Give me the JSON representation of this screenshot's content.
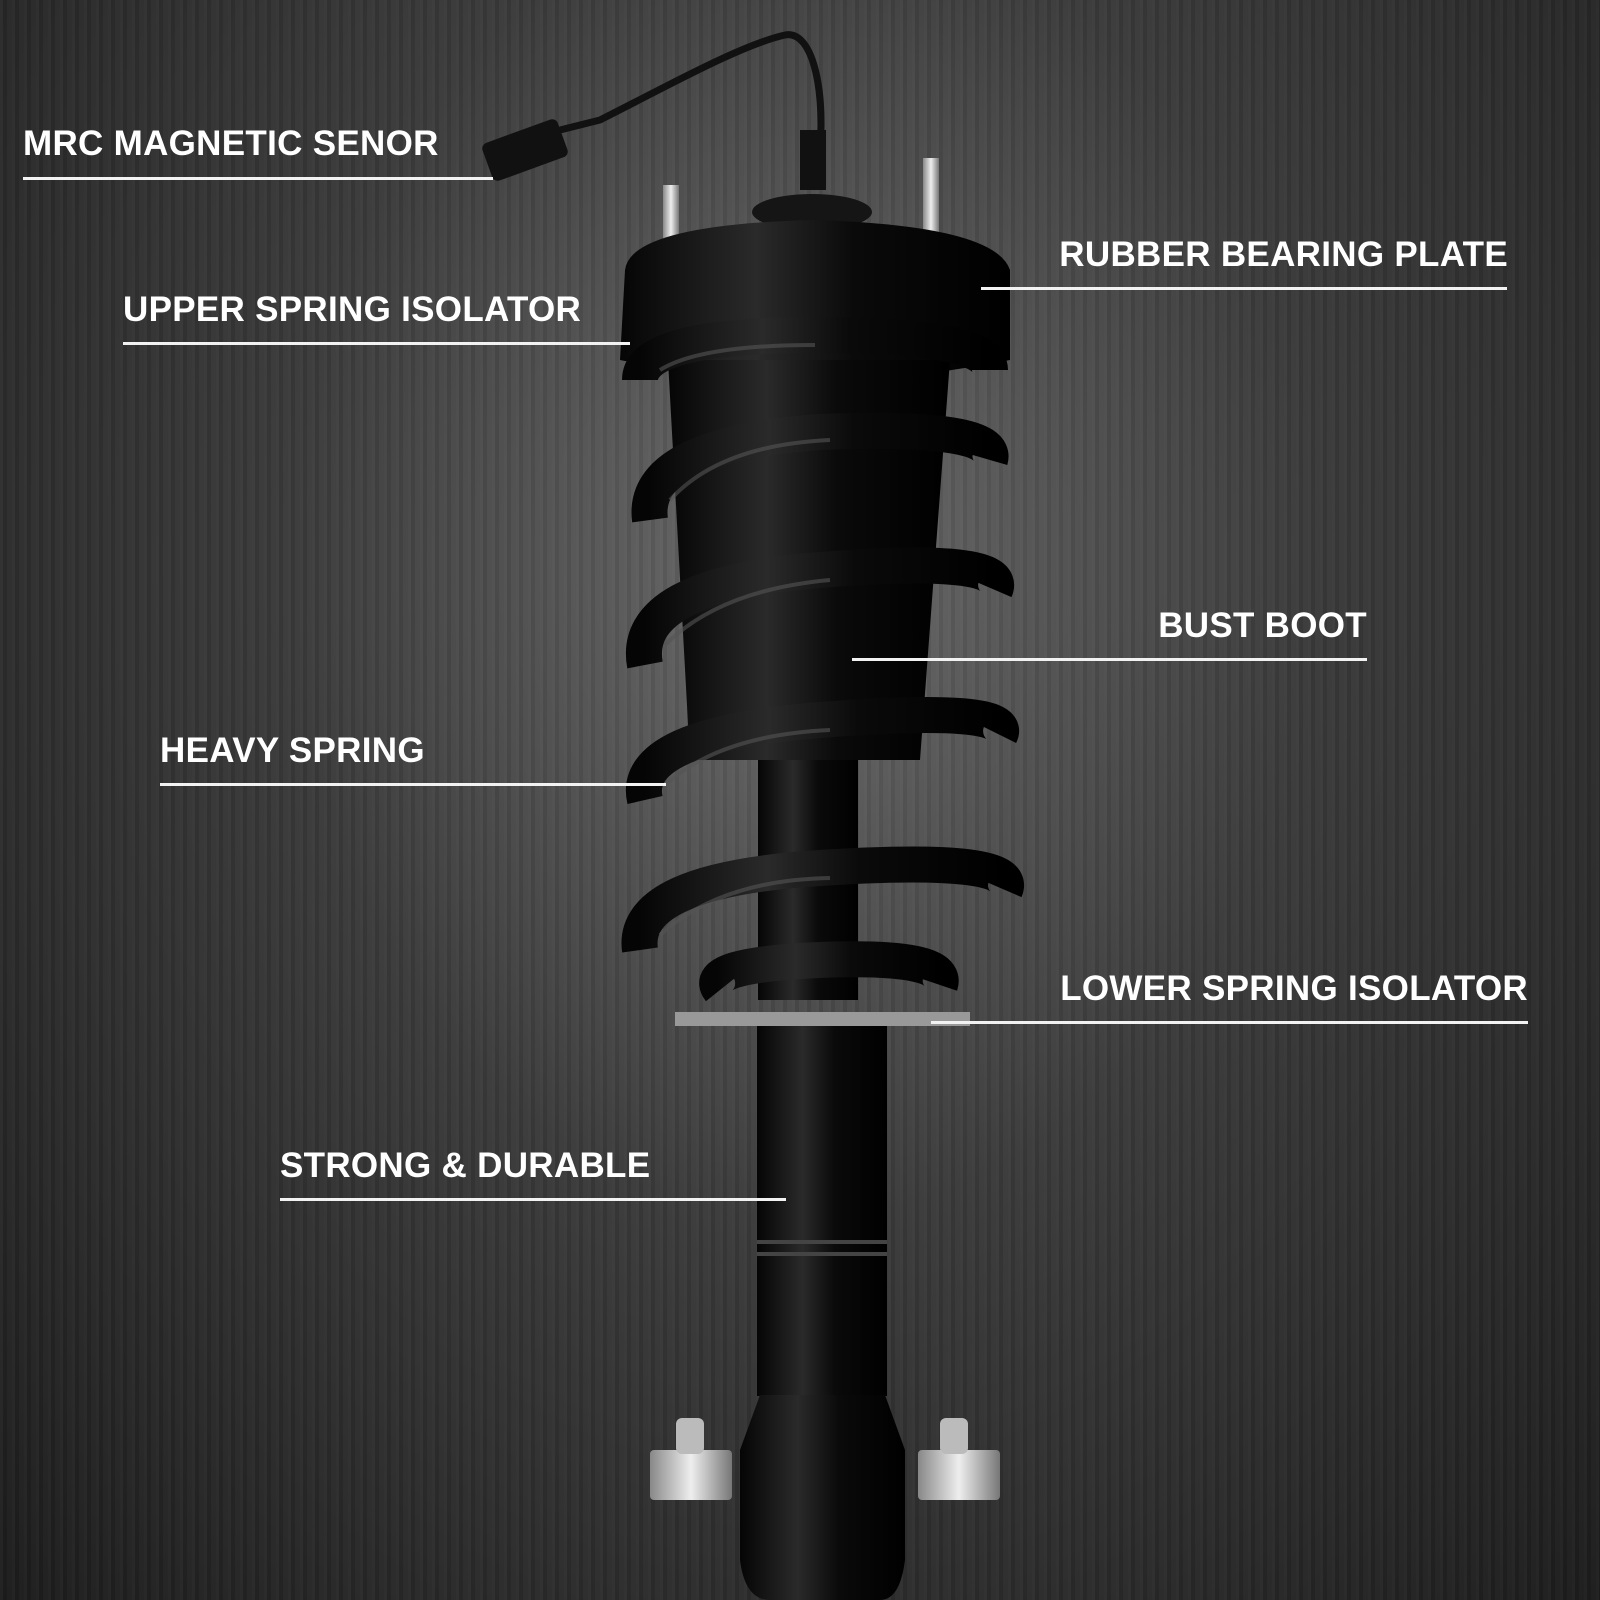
{
  "labels": {
    "mrc_sensor": "MRC MAGNETIC SENOR",
    "rubber_bearing_plate": "RUBBER BEARING PLATE",
    "upper_spring_isolator": "UPPER SPRING ISOLATOR",
    "bust_boot": "BUST BOOT",
    "heavy_spring": "HEAVY SPRING",
    "lower_spring_isolator": "LOWER SPRING ISOLATOR",
    "strong_durable": "STRONG & DURABLE"
  },
  "colors": {
    "label": "#ffffff",
    "strut": "#0b0b0b"
  }
}
